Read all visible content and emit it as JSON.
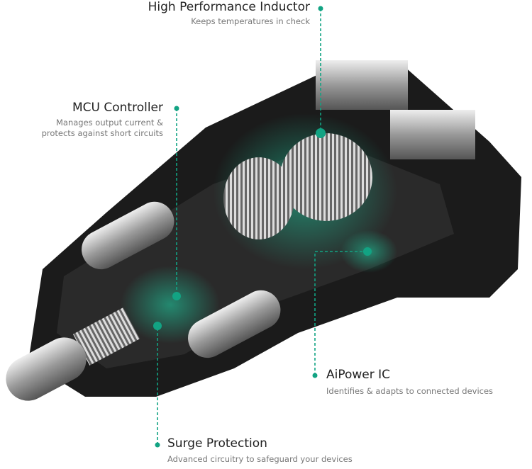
{
  "callouts": [
    {
      "title": "High Performance Inductor",
      "desc": [
        "Keeps temperatures in check"
      ]
    },
    {
      "title": "MCU Controller",
      "desc": [
        "Manages output current &",
        "protects against short circuits"
      ]
    },
    {
      "title": "AiPower IC",
      "desc": [
        "Identifies & adapts to connected devices"
      ]
    },
    {
      "title": "Surge Protection",
      "desc": [
        "Advanced circuitry to safeguard your devices"
      ]
    }
  ],
  "colors": {
    "accent": "#12a383",
    "body": "#1a1a1a",
    "metal": "#b9b9b9"
  }
}
